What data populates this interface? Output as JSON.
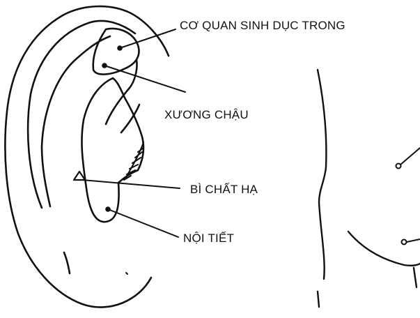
{
  "labels": {
    "reproductive_organ": "CƠ QUAN SINH DỤC TRONG",
    "pelvis": "XƯƠNG CHẬU",
    "subcortex": "BÌ CHẤT HẠ",
    "endocrine": "NỘI TIẾT"
  },
  "colors": {
    "ink": "#111111",
    "background": "#ffffff"
  }
}
